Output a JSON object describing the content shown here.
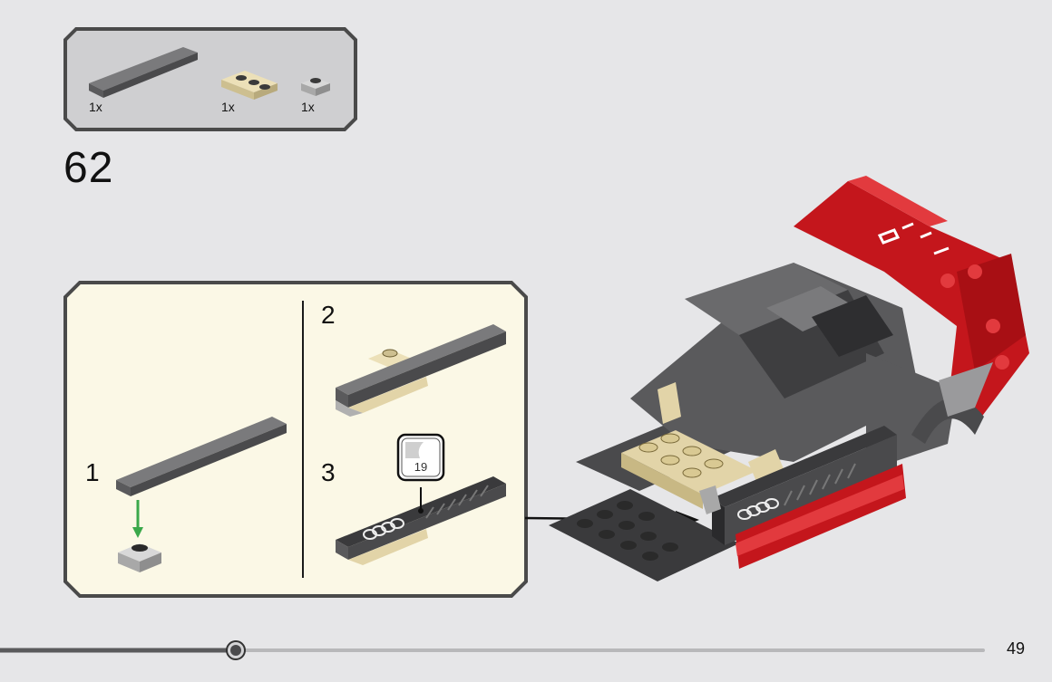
{
  "parts": {
    "items": [
      {
        "name": "dark-gray-tile-1x8",
        "qty": "1x"
      },
      {
        "name": "tan-plate-2x2-corner",
        "qty": "1x"
      },
      {
        "name": "light-gray-plate-1x1",
        "qty": "1x"
      }
    ]
  },
  "step": {
    "number": "62"
  },
  "substeps": [
    {
      "number": "1"
    },
    {
      "number": "2"
    },
    {
      "number": "3"
    }
  ],
  "sticker": {
    "number": "19"
  },
  "progress": {
    "fraction": 0.24
  },
  "page": {
    "number": "49"
  },
  "colors": {
    "box_border": "#4a4a4a",
    "parts_bg": "#cfcfd1",
    "substep_bg": "#fbf8e6",
    "arrow_green": "#3aa84a",
    "red": "#c4161c",
    "dark_gray": "#5a5a5c",
    "tan": "#e2d4a8"
  }
}
